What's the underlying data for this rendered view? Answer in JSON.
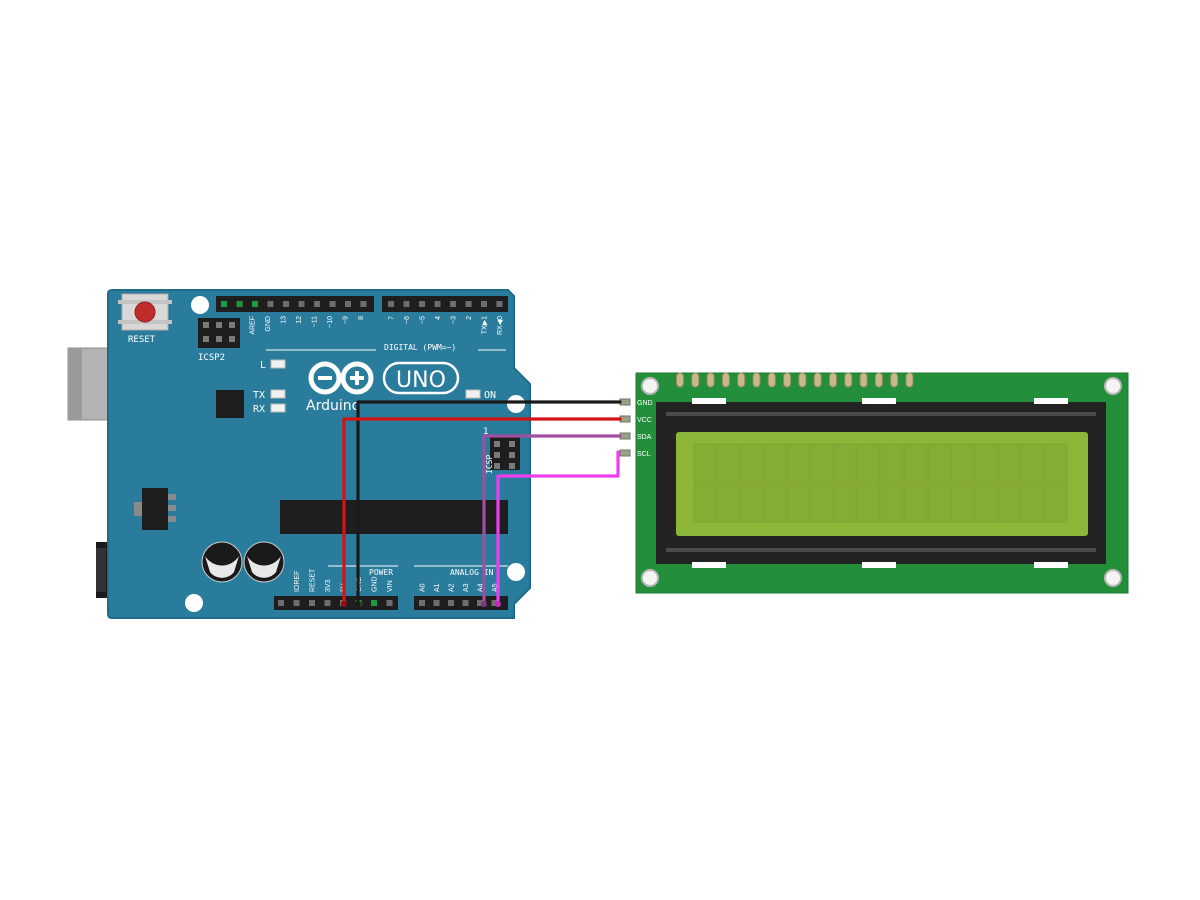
{
  "colors": {
    "board": "#2a7c9c",
    "board_edge": "#1f6c89",
    "header": "#1e1e1e",
    "pcb_green": "#248f3a",
    "lcd_screen": "#8db537",
    "lcd_bezel": "#232323",
    "wire_gnd": "#1a1a1a",
    "wire_vcc": "#d41313",
    "wire_sda": "#a04ea0",
    "wire_scl": "#f03cf0",
    "reset_button": "#c22b2b"
  },
  "arduino": {
    "reset_label": "RESET",
    "icsp2_label": "ICSP2",
    "icsp_label": "ICSP",
    "icsp_pin_mark": "1",
    "led_l_label": "L",
    "led_tx_label": "TX",
    "led_rx_label": "RX",
    "led_on_label": "ON",
    "brand_label": "Arduino",
    "model_label": "UNO",
    "digital_label": "DIGITAL (PWM=~)",
    "power_label": "POWER",
    "analog_label": "ANALOG IN",
    "top_pins": [
      "AREF",
      "GND",
      "13",
      "12",
      "~11",
      "~10",
      "~9",
      "8"
    ],
    "top_pins_right": [
      "7",
      "~6",
      "~5",
      "4",
      "~3",
      "2",
      "TX▶1",
      "RX◀0"
    ],
    "power_pins": [
      "IOREF",
      "RESET",
      "3V3",
      "5V",
      "GND",
      "GND",
      "VIN"
    ],
    "analog_pins": [
      "A0",
      "A1",
      "A2",
      "A3",
      "A4",
      "A5"
    ]
  },
  "lcd": {
    "pins": [
      "GND",
      "VCC",
      "SDA",
      "SCL"
    ],
    "columns": 16,
    "rows": 2
  },
  "wires": [
    {
      "name": "gnd",
      "from": "GND",
      "to": "GND"
    },
    {
      "name": "vcc",
      "from": "5V",
      "to": "VCC"
    },
    {
      "name": "sda",
      "from": "A4",
      "to": "SDA"
    },
    {
      "name": "scl",
      "from": "A5",
      "to": "SCL"
    }
  ]
}
